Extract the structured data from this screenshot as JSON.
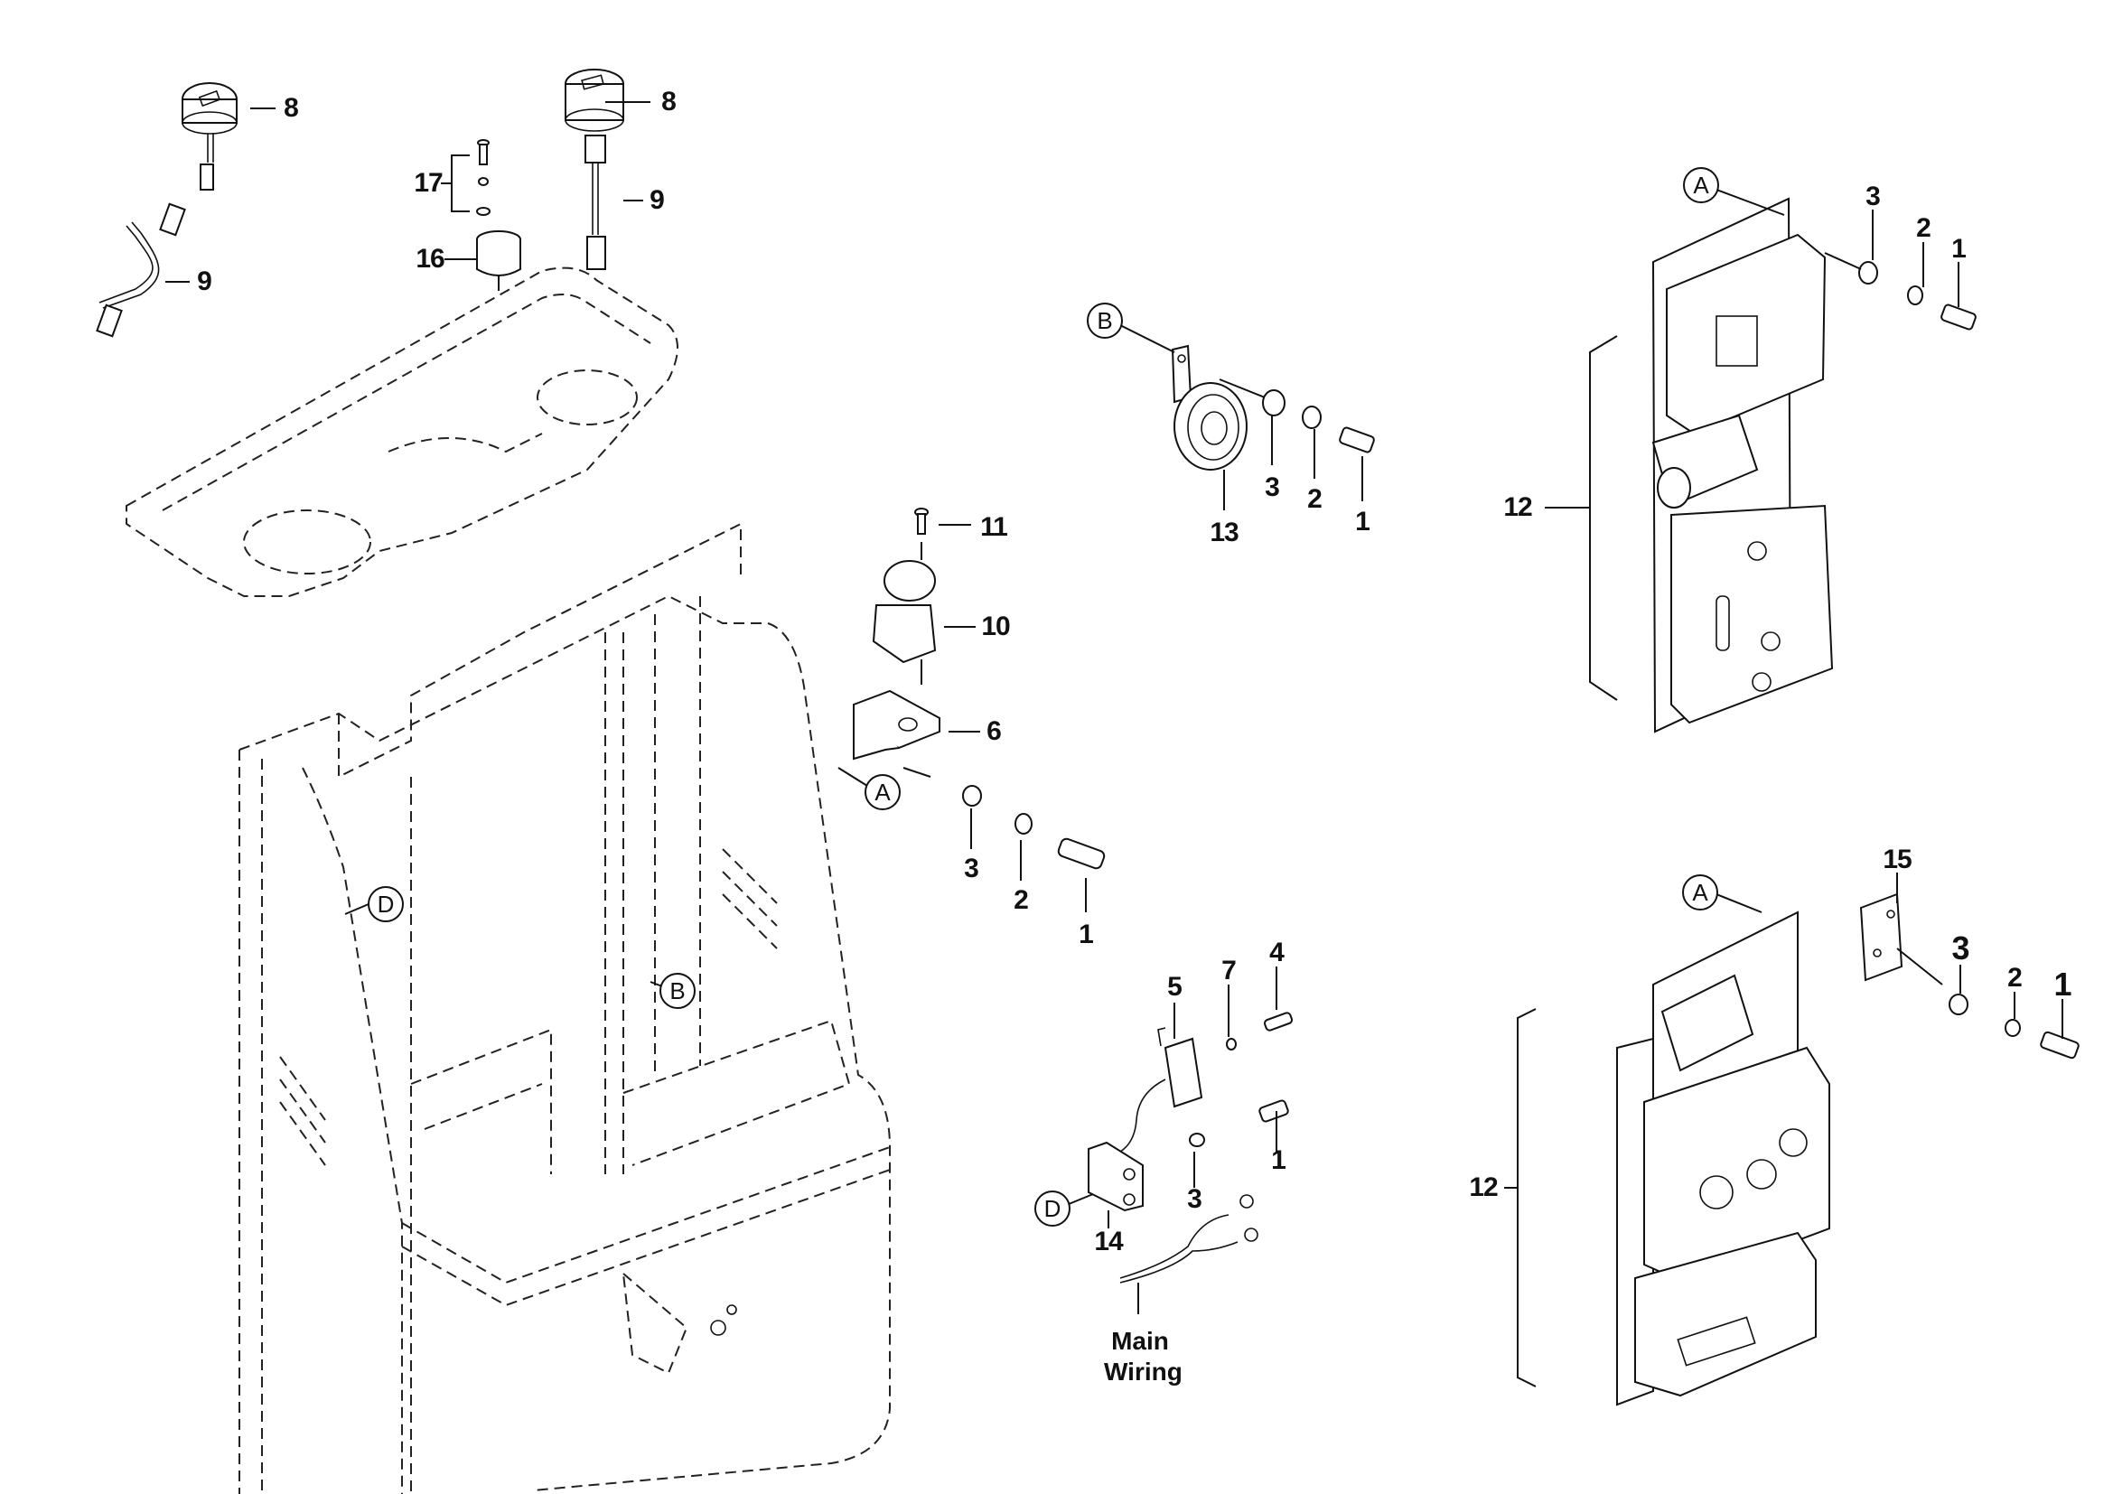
{
  "diagram": {
    "type": "exploded-parts-diagram",
    "line_color": "#111111",
    "background": "#ffffff"
  },
  "groups": {
    "gauge_left": {
      "gauge": "8",
      "harness": "9"
    },
    "gauge_center": {
      "gauge": "8",
      "harness": "9",
      "screw_kit": "17",
      "cup": "16"
    },
    "horn": {
      "ref": "B",
      "horn": "13",
      "washer": "3",
      "lock_washer": "2",
      "bolt": "1"
    },
    "controller_top": {
      "ref": "A",
      "assembly": "12",
      "washer": "3",
      "lock_washer": "2",
      "bolt": "1"
    },
    "key_switch": {
      "screw": "11",
      "switch": "10",
      "bracket": "6",
      "ref": "A",
      "washer": "3",
      "lock_washer": "2",
      "bolt": "1"
    },
    "frame": {
      "ref_d": "D",
      "ref_b": "B"
    },
    "micro_switch": {
      "switch": "5",
      "washer_small": "7",
      "screw": "4",
      "bolt": "1",
      "washer": "3",
      "ref": "D",
      "plate": "14",
      "wiring_label": "Main Wiring"
    },
    "controller_bottom": {
      "ref": "A",
      "plate": "15",
      "assembly": "12",
      "washer": "3",
      "lock_washer": "2",
      "bolt": "1"
    }
  }
}
